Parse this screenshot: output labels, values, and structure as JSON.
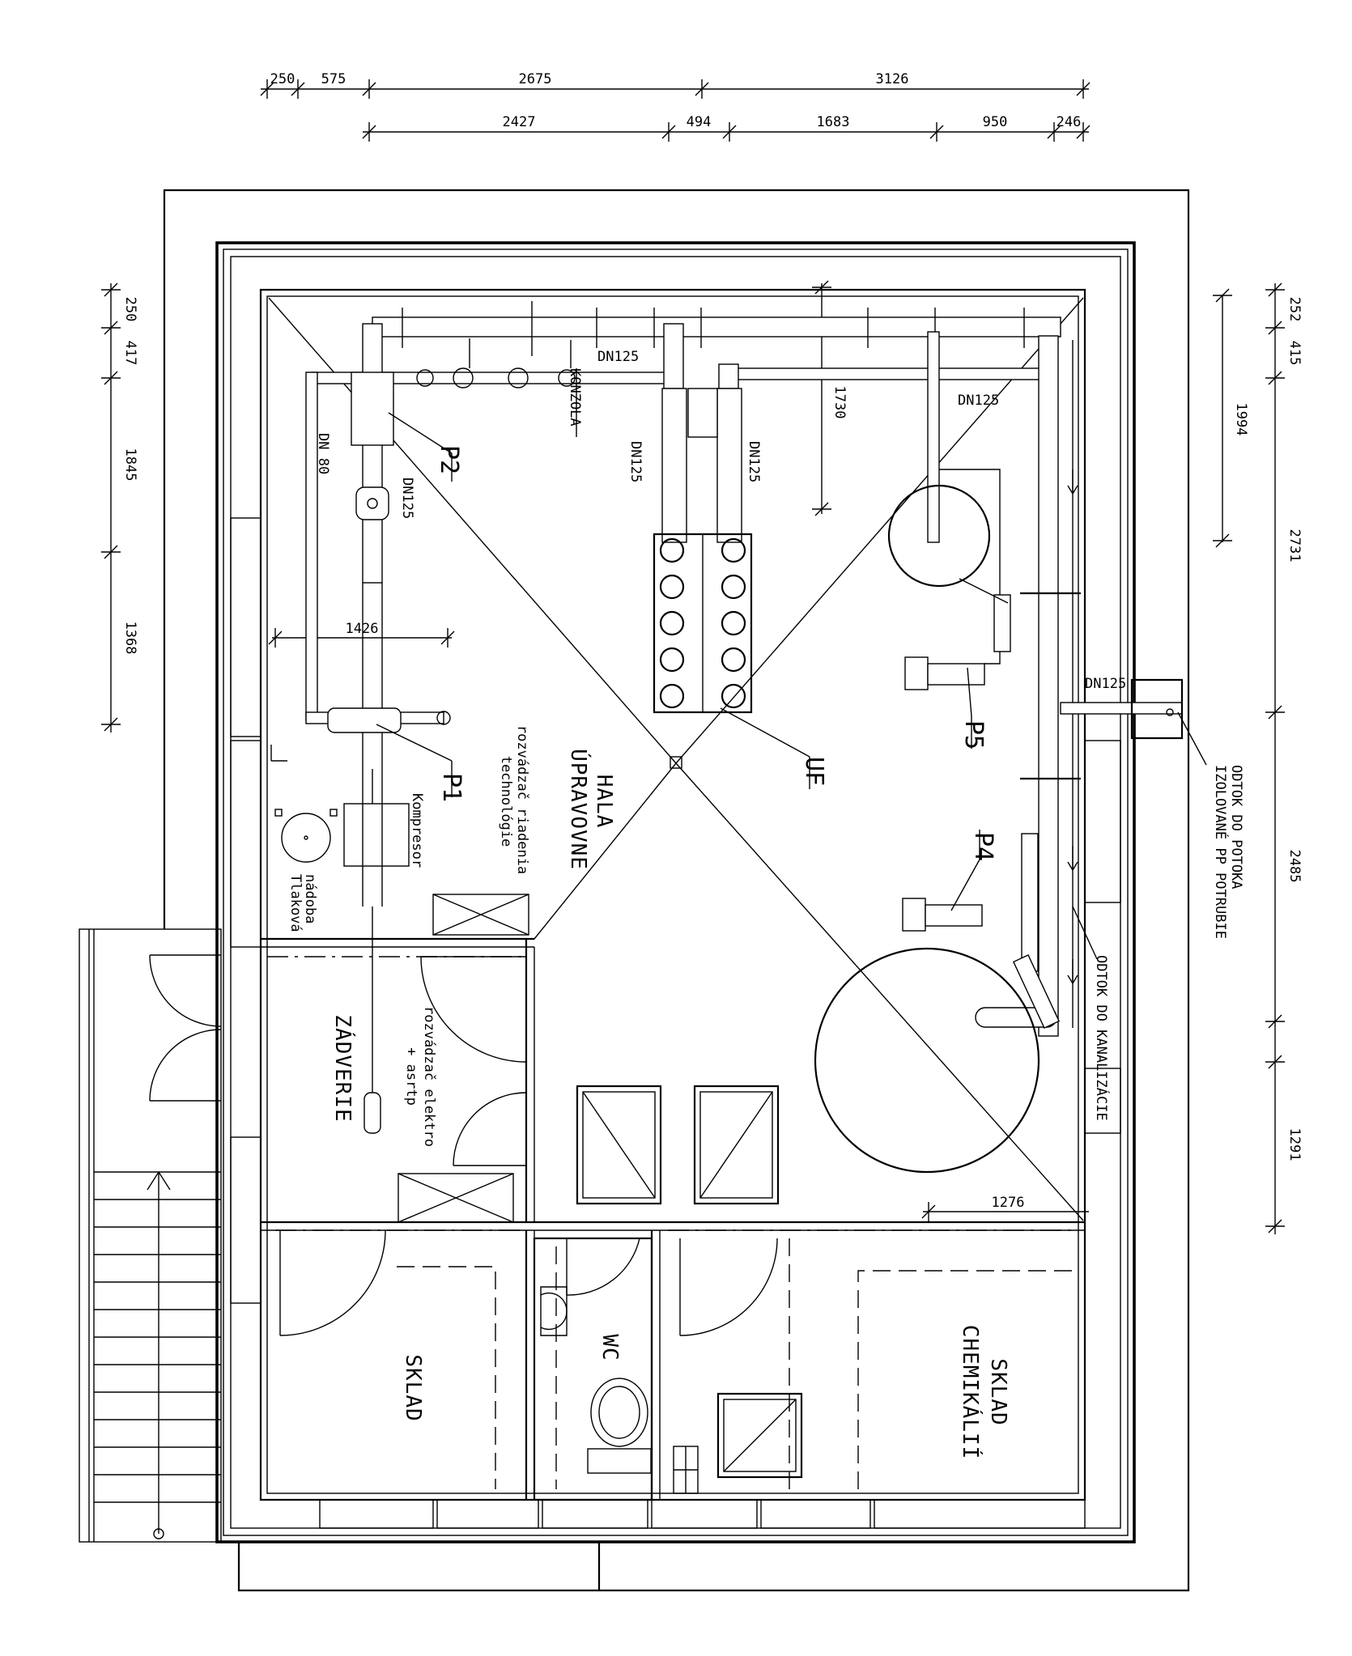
{
  "dims_top_row1": [
    "250",
    "575",
    "2675",
    "3126"
  ],
  "dims_top_row2": [
    "2427",
    "494",
    "1683",
    "950",
    "246"
  ],
  "dims_left": [
    "250",
    "417",
    "1845",
    "1368"
  ],
  "dims_right": [
    "252",
    "415",
    "1994",
    "2731",
    "2485",
    "1291"
  ],
  "dims_inner": {
    "d1426": "1426",
    "d1730": "1730",
    "d1276": "1276"
  },
  "pipe_labels": {
    "dn125_top": "DN125",
    "konzola": "KONZOLA",
    "dn125_a": "DN125",
    "dn125_b": "DN125",
    "dn80": "DN 80",
    "dn125_left": "DN125",
    "dn125_right": "DN125",
    "dn125_outlet": "DN125"
  },
  "equipment": {
    "p1": "P1",
    "p2": "P2",
    "p4": "P4",
    "p5": "P5",
    "uf": "UF",
    "kompresor": "Kompresor",
    "tlakova_line1": "Tlaková",
    "tlakova_line2": "nádoba"
  },
  "rooms": {
    "hala_line1": "HALA",
    "hala_line2": "ÚPRAVOVNE",
    "rozvadzac_tech_line1": "rozvádzač riadenia",
    "rozvadzac_tech_line2": "technológie",
    "zadverie": "ZÁDVERIE",
    "rozvadzac_el_line1": "rozvádzač elektro",
    "rozvadzac_el_line2": "+ asrtp",
    "sklad": "SKLAD",
    "wc": "WC",
    "sklad_chem_line1": "SKLAD",
    "sklad_chem_line2": "CHEMIKÁLIÍ"
  },
  "notes": {
    "odtok_kanal": "ODTOK DO KANALIZÁCIE",
    "odtok_potok_line1": "ODTOK DO POTOKA",
    "odtok_potok_line2": "IZOLOVANÉ PP POTRUBIE"
  }
}
